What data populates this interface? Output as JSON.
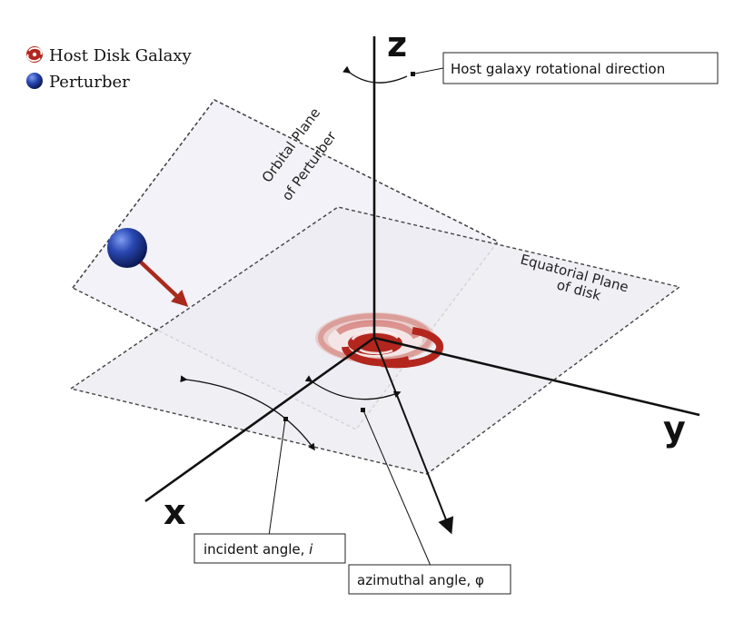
{
  "legend": {
    "host_label": "Host Disk Galaxy",
    "perturber_label": "Perturber"
  },
  "axes": {
    "x": "x",
    "y": "y",
    "z": "z"
  },
  "planes": {
    "orbital_line1": "Orbital Plane",
    "orbital_line2": "of Perturber",
    "equatorial_line1": "Equatorial Plane",
    "equatorial_line2": "of disk"
  },
  "callouts": {
    "rotation": "Host galaxy rotational direction",
    "incident_prefix": "incident angle, ",
    "incident_symbol": "i",
    "azimuthal_prefix": "azimuthal angle, ",
    "azimuthal_symbol": "φ"
  },
  "colors": {
    "galaxy": "#b3261e",
    "perturber": "#1f3a93",
    "arrow": "#b3261e",
    "plane_fill": "#f0f0f6",
    "axis": "#111111"
  },
  "icons": {
    "galaxy": "spiral-galaxy-icon",
    "perturber": "blue-sphere-icon"
  }
}
